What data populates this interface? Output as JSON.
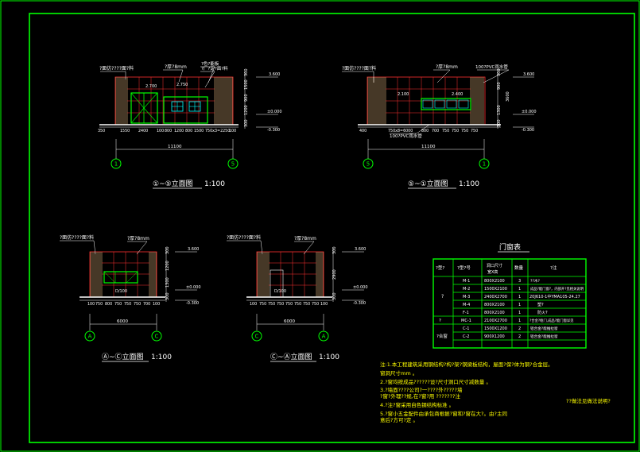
{
  "colors": {
    "background": "#000000",
    "frame": "#00ff00",
    "glass": "#00ffff",
    "grid": "#ff3030",
    "text": "#ffffff",
    "notes": "#ffff00",
    "wood": "#c8a070"
  },
  "elevations": {
    "e1": {
      "caption": "①~⑤立面图",
      "scale": "1:100",
      "note_left": "?面仿????面?料",
      "note_mid": "?厚?8mm",
      "note_right_1": "?色?能板",
      "note_right_2": "?厂?定?面?料",
      "window_label_1": "2.700",
      "window_label_2": "2.750",
      "levels": [
        "3.600",
        "±0.000",
        "-0.300"
      ],
      "side_dims": [
        "300",
        "1500",
        "900",
        "1200",
        "300"
      ],
      "bottom_dims": [
        "350",
        "1550",
        "2400",
        "100",
        "800",
        "1200",
        "800",
        "1500",
        "750x3=2250",
        "100"
      ],
      "total": "11100",
      "axis_left": "1",
      "axis_right": "5"
    },
    "e2": {
      "caption": "⑤~①立面图",
      "scale": "1:100",
      "note_left": "?面仿????面?料",
      "note_mid": "?厚?8mm",
      "note_right": "100?PVC雨水管",
      "note_bottom": "100?PVC雨水管",
      "window_label_1": "2.100",
      "window_label_2": "2.400",
      "levels": [
        "3.600",
        "±0.000",
        "-0.300"
      ],
      "side_dims": [
        "300",
        "3600",
        "900",
        "1300",
        "300"
      ],
      "bottom_dims": [
        "400",
        "750x8=6000",
        "800",
        "700",
        "750",
        "750",
        "750",
        "750"
      ],
      "total": "11100",
      "axis_left": "5",
      "axis_right": "1"
    },
    "e3": {
      "caption": "Ⓐ~Ⓒ立面图",
      "scale": "1:100",
      "note_left": "?面仿????面?料",
      "note_mid": "?厚?8mm",
      "window_label": "D/100",
      "levels": [
        "3.600",
        "±0.000",
        "-0.300"
      ],
      "side_dims": [
        "300",
        "1200",
        "1300",
        "300"
      ],
      "bottom_dims": [
        "100",
        "750",
        "800",
        "750",
        "750",
        "750",
        "700",
        "100"
      ],
      "total": "6000",
      "axis_left": "A",
      "axis_right": "C"
    },
    "e4": {
      "caption": "Ⓒ~Ⓐ立面图",
      "scale": "1:100",
      "note_left": "?面仿????面?料",
      "note_mid": "?厚?8mm",
      "window_label": "D/100",
      "levels": [
        "3.600",
        "±0.000",
        "-0.300"
      ],
      "side_dims": [
        "300",
        "2900",
        "300"
      ],
      "bottom_dims": [
        "100",
        "750",
        "750",
        "750",
        "750",
        "750",
        "750",
        "750",
        "100"
      ],
      "total": "6000",
      "axis_left": "C",
      "axis_right": "A"
    }
  },
  "door_table": {
    "title": "门窗表",
    "headers": [
      "?型?",
      "?型?号",
      "洞口尺寸\n宽X高",
      "数量",
      "?注"
    ],
    "group_door": "?",
    "group_window": "?",
    "group_combo": "?合窗",
    "rows": [
      {
        "code": "M-1",
        "size": "800X2100",
        "qty": "3",
        "note": "??木?"
      },
      {
        "code": "M-2",
        "size": "1500X2100",
        "qty": "1",
        "note": "成品?能门窗?，内部开?见相关说明"
      },
      {
        "code": "M-3",
        "size": "2400X2700",
        "qty": "1",
        "note": "20J610-1中YMA105-24.27"
      },
      {
        "code": "M-4",
        "size": "800X2100",
        "qty": "1",
        "note": "塑?"
      },
      {
        "code": "F-1",
        "size": "800X2100",
        "qty": "1",
        "note": "防火?"
      },
      {
        "code": "MC-1",
        "size": "2100X2700",
        "qty": "1",
        "note": "?合金?框门,成品?能门窗详见"
      },
      {
        "code": "C-1",
        "size": "1500X1200",
        "qty": "2",
        "note": "铝合金?能推拉窗"
      },
      {
        "code": "C-2",
        "size": "900X1200",
        "qty": "2",
        "note": "铝合金?能推拉窗"
      }
    ]
  },
  "notes": {
    "lines": [
      "注:1.本工程建筑采用钢结构?构?架?钢梁板结构，屋面?保?体为钢?合金层。",
      "   窗洞尺寸mm 。",
      "  2.?窗均按成品??????设?尺寸洞口尺寸减数量 。",
      "  3.?墙面????公司?一????外?????墙",
      "    ?窗?外理??规,在?窗?用 ???????注",
      "  4.?注?窗采用自色钢结构标准 。",
      "  5.?窗小五金配件由承包商根据?窗和?窗在大?。由?主同",
      "   意后?方可?定 。"
    ],
    "side_note": "??做法见做法说明?"
  }
}
